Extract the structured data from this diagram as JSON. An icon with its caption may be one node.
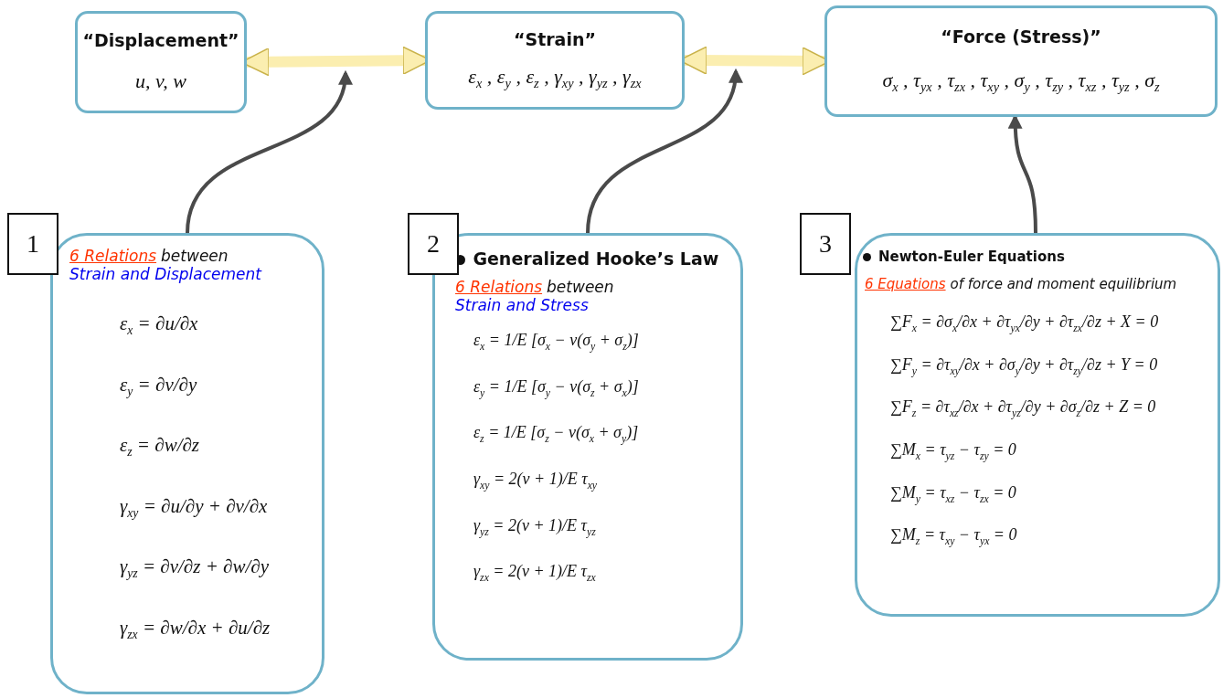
{
  "diagram": {
    "nodes": [
      {
        "text": [
          "“Displacement”",
          "u, v, w"
        ]
      },
      {
        "text": [
          "“Strain”",
          "ε$_{x}$ , ε$_{y}$ , ε$_{z}$ , γ$_{xy}$ , γ$_{yz}$ , γ$_{zx}$"
        ]
      },
      {
        "text": [
          "“Force (Stress)”",
          "σ$_{x}$ , τ$_{yx}$ , τ$_{zx}$ , τ$_{xy}$ , σ$_{y}$ , τ$_{zy}$ , τ$_{xz}$ , τ$_{yz}$ , σ$_{z}$"
        ]
      },
      {
        "text": [
          "1"
        ]
      },
      {
        "text": [
          "6 Relations",
          "between",
          "Strain and Displacement",
          "ε$_{x}$ = ∂u/∂x",
          "ε$_{y}$ = ∂v/∂y",
          "ε$_{z}$ = ∂w/∂z",
          "γ$_{xy}$ = ∂u/∂y + ∂v/∂x",
          "γ$_{yz}$ = ∂v/∂z + ∂w/∂y",
          "γ$_{zx}$ = ∂w/∂x + ∂u/∂z"
        ]
      },
      {
        "text": [
          "2"
        ]
      },
      {
        "text": [
          "Generalized Hooke’s Law",
          "6 Relations",
          "between",
          "Strain and Stress",
          "ε$_{x}$ = 1/E [σ$_{x}$ − ν(σ$_{y}$ + σ$_{z}$)]",
          "ε$_{y}$ = 1/E [σ$_{y}$ − ν(σ$_{z}$ + σ$_{x}$)]",
          "ε$_{z}$ = 1/E [σ$_{z}$ − ν(σ$_{x}$ + σ$_{y}$)]",
          "γ$_{xy}$ = 2(ν + 1)/E τ$_{xy}$",
          "γ$_{yz}$ = 2(ν + 1)/E τ$_{yz}$",
          "γ$_{zx}$ = 2(ν + 1)/E τ$_{zx}$"
        ]
      },
      {
        "text": [
          "3"
        ]
      },
      {
        "text": [
          "Newton-Euler Equations",
          "6 Equations",
          "of force and moment equilibrium",
          "∑F$_{x}$ = ∂σ$_{x}$/∂x + ∂τ$_{yx}$/∂y + ∂τ$_{zx}$/∂z + X = 0",
          "∑F$_{y}$ = ∂τ$_{xy}$/∂x + ∂σ$_{y}$/∂y + ∂τ$_{zy}$/∂z + Y = 0",
          "∑F$_{z}$ = ∂τ$_{xz}$/∂x + ∂τ$_{yz}$/∂y + ∂σ$_{z}$/∂z + Z = 0",
          "∑M$_{x}$ = τ$_{yz}$ − τ$_{zy}$ = 0",
          "∑M$_{y}$ = τ$_{xz}$ − τ$_{zx}$ = 0",
          "∑M$_{z}$ = τ$_{xy}$ − τ$_{yx}$ = 0"
        ]
      }
    ],
    "edges": [
      {
        "from": 0,
        "to": 1,
        "arrow": "both",
        "style": "thick",
        "color": "#fbeeb0"
      },
      {
        "from": 1,
        "to": 2,
        "arrow": "both",
        "style": "thick",
        "color": "#fbeeb0"
      },
      {
        "from": 4,
        "to": null,
        "arrow": "to"
      },
      {
        "from": 6,
        "to": null,
        "arrow": "to"
      },
      {
        "from": 8,
        "to": 2,
        "arrow": "to"
      }
    ]
  }
}
